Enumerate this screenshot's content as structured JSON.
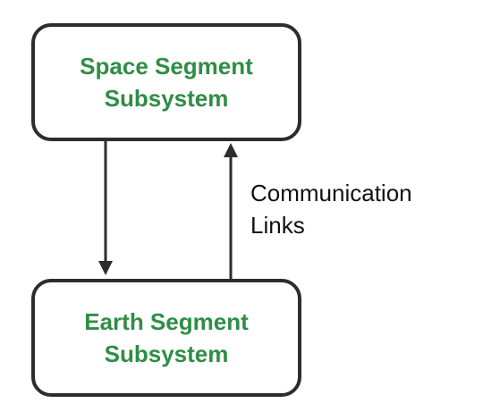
{
  "nodes": {
    "space": {
      "line1": "Space Segment",
      "line2": "Subsystem"
    },
    "earth": {
      "line1": "Earth Segment",
      "line2": "Subsystem"
    }
  },
  "edge_label": {
    "line1": "Communication",
    "line2": "Links"
  },
  "edges": [
    {
      "from": "space",
      "to": "earth"
    },
    {
      "from": "earth",
      "to": "space"
    }
  ],
  "colors": {
    "node_text": "#2f8d46",
    "border": "#2d2d2d",
    "label_text": "#111111"
  }
}
